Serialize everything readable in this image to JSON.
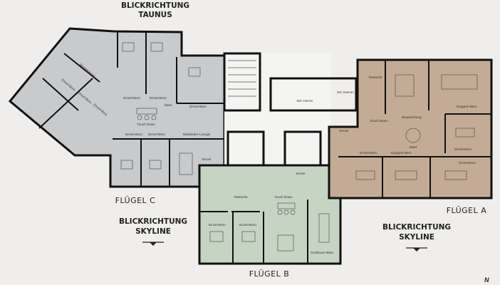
{
  "headings": {
    "top_view": [
      "BLICKRICHTUNG",
      "TAUNUS"
    ],
    "left_view": [
      "BLICKRICHTUNG",
      "SKYLINE"
    ],
    "right_view": [
      "BLICKRICHTUNG",
      "SKYLINE"
    ]
  },
  "wings": {
    "a": {
      "label": "FLÜGEL A",
      "color": "#c3ab95"
    },
    "b": {
      "label": "FLÜGEL B",
      "color": "#c6d4c3"
    },
    "c": {
      "label": "FLÜGEL C",
      "color": "#c9cacc"
    }
  },
  "north": "N",
  "rooms": {
    "c": [
      "Besprechung",
      "Einzel-Büro",
      "Einzel-Büro",
      "Einzel-Büro",
      "Einzel-Büro",
      "Einzel-Büro",
      "Meet",
      "Einzel-Büro",
      "Touch Down",
      "Einzel-Büro",
      "Einzel-Büro",
      "Mitarbeiter-Lounge",
      "Server"
    ],
    "core": [
      "WC Herren",
      "WC Damen"
    ],
    "a": [
      "Teeküche",
      "Gruppen-Büro",
      "Besprechung",
      "Touch Down",
      "Server",
      "Meet",
      "Einzel-Büro",
      "Gruppen-Büro",
      "Einzel-Büro",
      "Einzel-Büro"
    ],
    "b": [
      "Server",
      "Teeküche",
      "Touch Down",
      "Einzel-Büro",
      "Einzel-Büro",
      "Großraum-Büro"
    ]
  }
}
